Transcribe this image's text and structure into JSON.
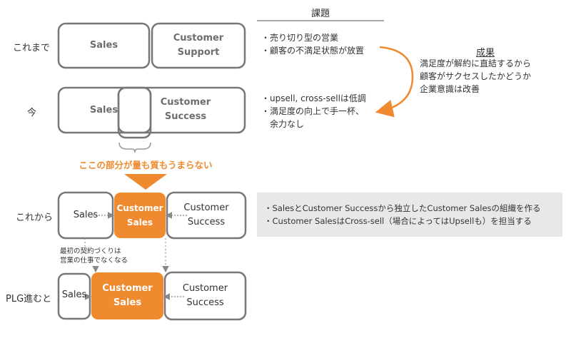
{
  "header": {
    "kadai": "課題"
  },
  "rows": {
    "koremade": "これまで",
    "ima": "今",
    "korekara": "これから",
    "plg": "PLG進むと"
  },
  "koremade": {
    "sales": "Sales",
    "cs_line1": "Customer",
    "cs_line2": "Support"
  },
  "ima": {
    "sales": "Sales",
    "cs_line1": "Customer",
    "cs_line2": "Success"
  },
  "korekara": {
    "sales": "Sales",
    "csales_line1": "Customer",
    "csales_line2": "Sales",
    "cs_line1": "Customer",
    "cs_line2": "Success"
  },
  "plg": {
    "sales": "Sales",
    "csales_line1": "Customer",
    "csales_line2": "Sales",
    "cs_line1": "Customer",
    "cs_line2": "Success"
  },
  "issues": {
    "koremade": [
      "・売り切り型の営業",
      "・顧客の不満足状態が放置"
    ],
    "ima": [
      "・upsell, cross-sellは低調",
      "・満足度の向上で手一杯、",
      "　余力なし"
    ]
  },
  "seika": {
    "title": "成果",
    "lines": [
      "満足度が解約に直結するから",
      "顧客がサクセスしたかどうか",
      "企業意識は改善"
    ]
  },
  "overlap_note": "ここの部分が量も質もうまらない",
  "plg_note": [
    "最初の契約づくりは",
    "営業の仕事でなくなる"
  ],
  "korekara_note": [
    "・SalesとCustomer Successから独立したCustomer Salesの組織を作る",
    "・Customer SalesはCross-sell（場合によってはUpsellも）を担当する"
  ],
  "colors": {
    "orange": "#ef8a2f",
    "gray_border": "#777777",
    "light_box": "#e8e8e8"
  }
}
